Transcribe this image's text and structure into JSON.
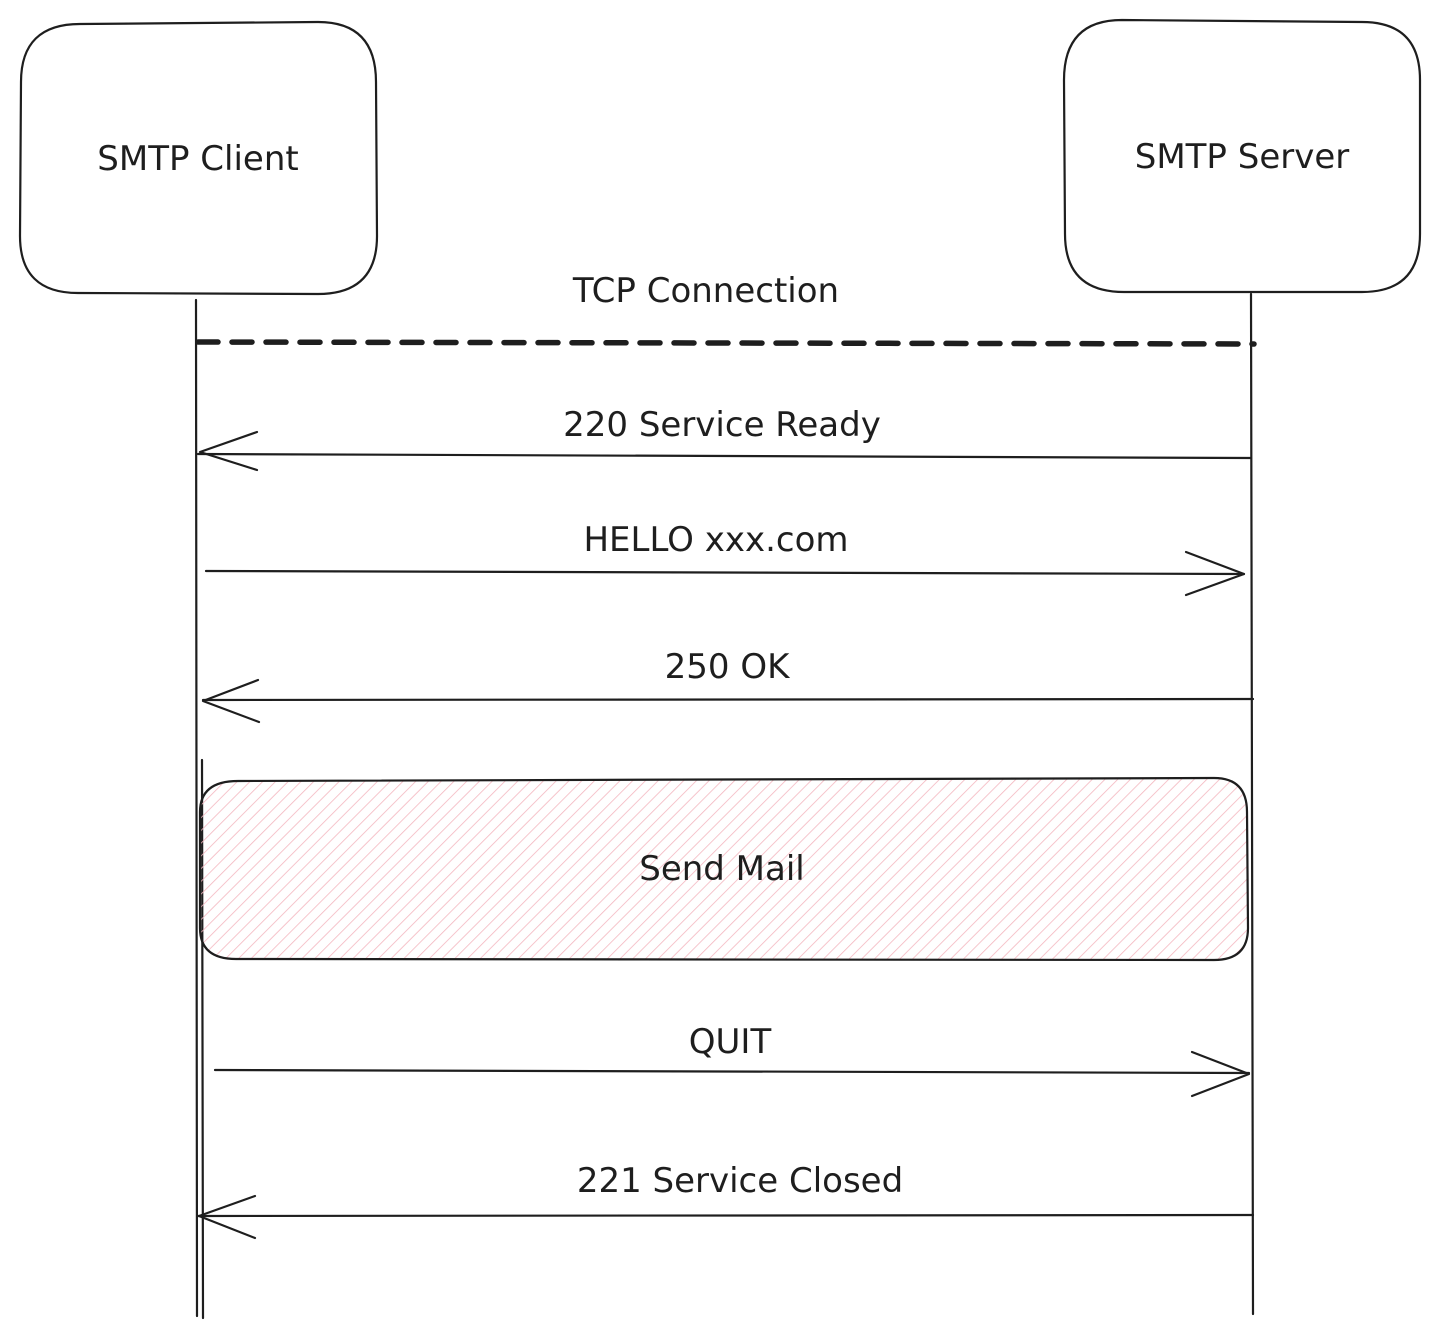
{
  "participants": {
    "client": "SMTP Client",
    "server": "SMTP Server"
  },
  "connection": {
    "label": "TCP Connection"
  },
  "messages": [
    {
      "label": "220 Service Ready",
      "direction": "server-to-client"
    },
    {
      "label": "HELLO xxx.com",
      "direction": "client-to-server"
    },
    {
      "label": "250 OK",
      "direction": "server-to-client"
    },
    {
      "label": "QUIT",
      "direction": "client-to-server"
    },
    {
      "label": "221 Service Closed",
      "direction": "server-to-client"
    }
  ],
  "block": {
    "label": "Send Mail",
    "hatch_color": "#f4b6bf"
  },
  "colors": {
    "stroke": "#1e1e1e",
    "background": "#ffffff"
  }
}
